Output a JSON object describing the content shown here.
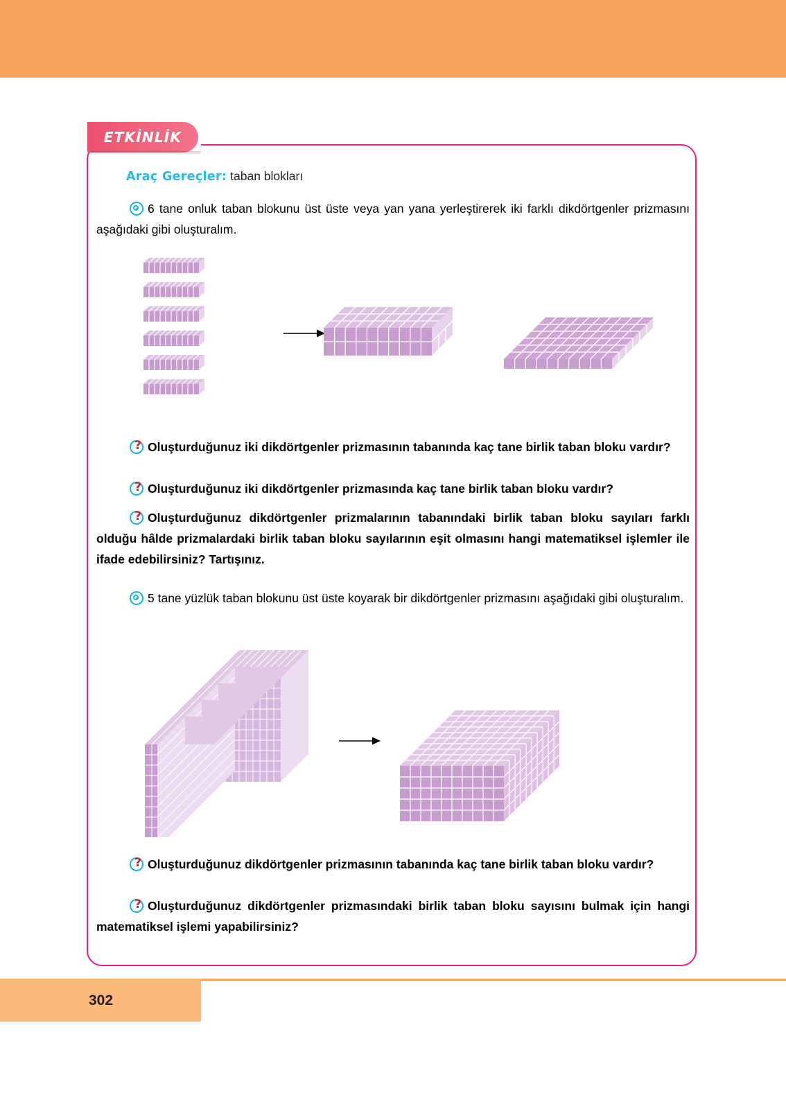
{
  "page": {
    "number": "302",
    "header_color": "#f7a45c",
    "footer_color": "#fab978",
    "box_border_color": "#ec1b8e",
    "accent_cyan": "#12b5e4",
    "accent_red": "#c0242e",
    "block_color": "#c9a0ce"
  },
  "activity": {
    "tab_label": "ETKİNLİK",
    "tools_label": "Araç Gereçler:",
    "tools_value": "taban blokları"
  },
  "icons": {
    "target": "target-bullet-icon",
    "question": "question-bullet-icon",
    "arrow": "right-arrow-icon"
  },
  "paragraphs": [
    {
      "id": "p1",
      "bullet": "target",
      "bold": false,
      "text": "6 tane onluk taban blokunu üst üste veya yan yana yerleştirerek iki farklı dikdörtgenler prizmasını aşağıdaki gibi oluşturalım."
    },
    {
      "id": "q1",
      "bullet": "question",
      "bold": true,
      "text": "Oluşturduğunuz iki dikdörtgenler prizmasının tabanında kaç tane birlik taban bloku vardır?"
    },
    {
      "id": "q2",
      "bullet": "question",
      "bold": true,
      "text": "Oluşturduğunuz iki dikdörtgenler prizmasında kaç tane birlik taban bloku vardır?"
    },
    {
      "id": "q3",
      "bullet": "question",
      "bold": true,
      "text": "Oluşturduğunuz dikdörtgenler prizmalarının tabanındaki birlik taban bloku sayıları farklı olduğu hâlde prizmalardaki birlik taban bloku sayılarının eşit olmasını hangi matematiksel işlemler ile ifade edebilirsiniz? Tartışınız."
    },
    {
      "id": "p2",
      "bullet": "target",
      "bold": false,
      "text": "5 tane yüzlük taban blokunu üst üste koyarak bir dikdörtgenler prizmasını aşağıdaki gibi oluşturalım."
    },
    {
      "id": "q4",
      "bullet": "question",
      "bold": true,
      "text": "Oluşturduğunuz dikdörtgenler prizmasının tabanında kaç tane birlik taban bloku vardır?"
    },
    {
      "id": "q5",
      "bullet": "question",
      "bold": true,
      "text": "Oluşturduğunuz dikdörtgenler prizmasındaki birlik taban bloku sayısını bulmak için hangi matematiksel işlemi yapabilirsiniz?"
    }
  ],
  "figures": {
    "rods": {
      "name": "ten-rods-group",
      "count": 6,
      "units_per_rod": 10
    },
    "prism_long": {
      "name": "prism-10x3x2",
      "length": 10,
      "depth": 3,
      "height": 2
    },
    "prism_flat": {
      "name": "prism-10x6x1",
      "length": 10,
      "depth": 6,
      "height": 1
    },
    "plates": {
      "name": "hundred-plates-group",
      "count": 5,
      "rows": 10,
      "cols": 10
    },
    "cube_block": {
      "name": "prism-10x10x5",
      "length": 10,
      "depth": 10,
      "height": 5
    }
  }
}
